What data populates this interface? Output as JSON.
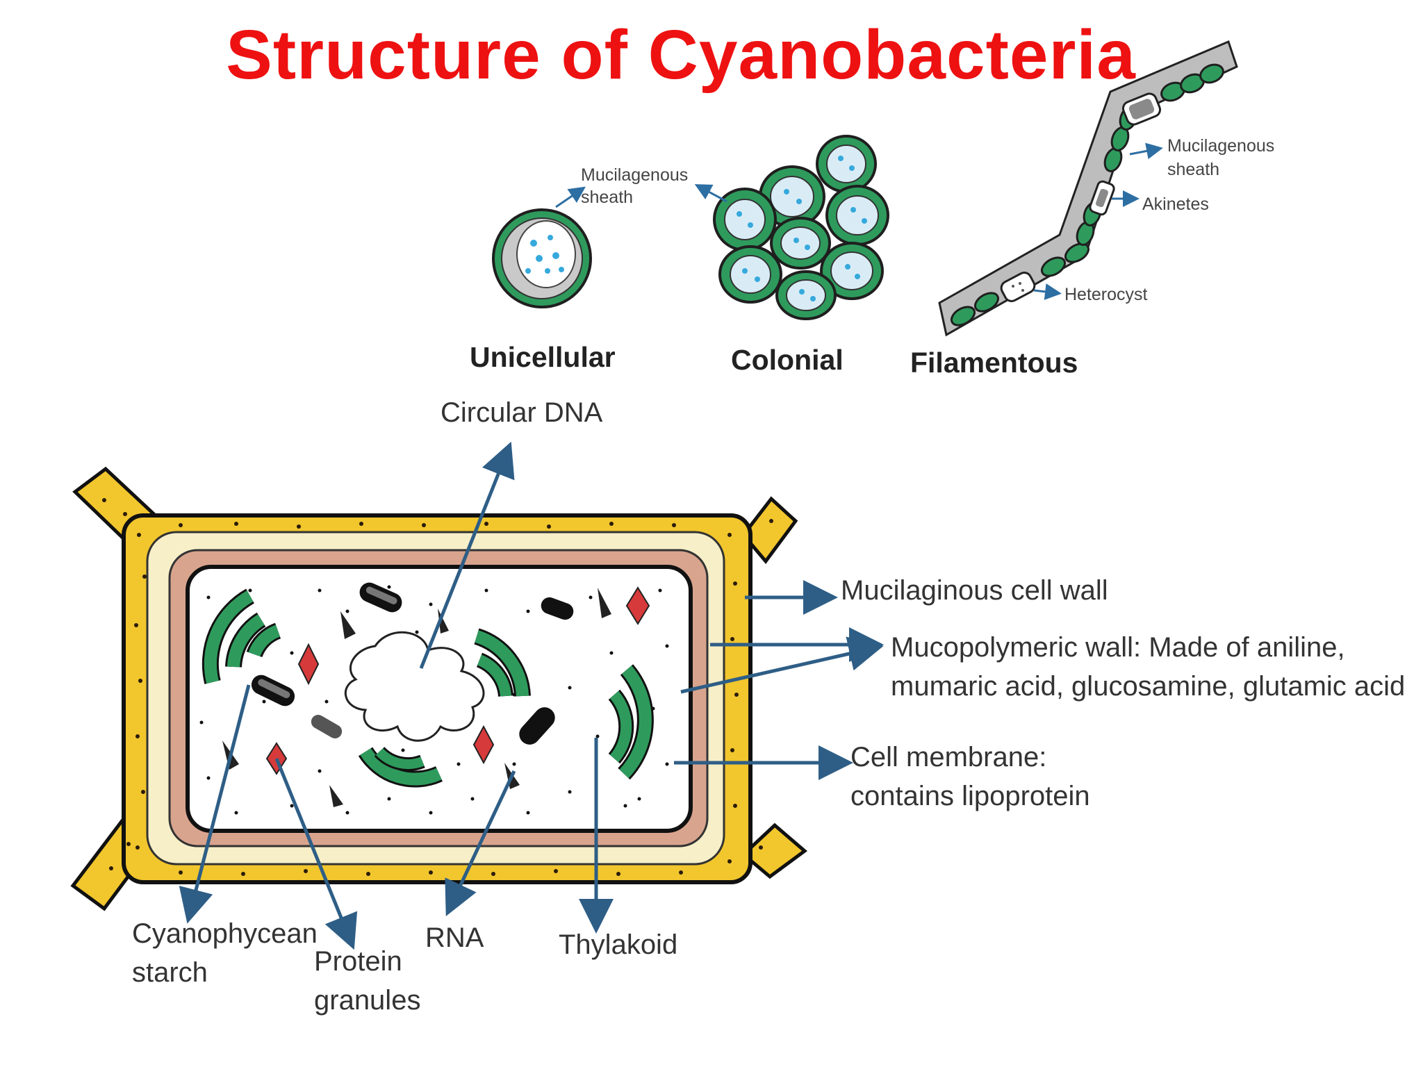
{
  "title": "Structure of Cyanobacteria",
  "colors": {
    "title": "#ee1111",
    "arrow": "#2e5e86",
    "outer_wall": "#f2c62d",
    "inner_wall": "#f7efc8",
    "membrane": "#d9a48e",
    "thylakoid": "#2e9b5d",
    "small_cell_fill": "#7cc6ea",
    "protein_granule": "#d63a3a"
  },
  "forms": {
    "unicellular": {
      "label": "Unicellular",
      "sheath_label": [
        "Mucilagenous",
        "sheath"
      ]
    },
    "colonial": {
      "label": "Colonial"
    },
    "filamentous": {
      "label": "Filamentous",
      "sheath_label": [
        "Mucilagenous",
        "sheath"
      ],
      "akinetes_label": "Akinetes",
      "heterocyst_label": "Heterocyst"
    }
  },
  "cell": {
    "circular_dna": "Circular DNA",
    "mucilaginous_wall": "Mucilaginous cell wall",
    "mucopolymeric_wall": "Mucopolymeric wall: Made of aniline, mumaric acid, glucosamine, glutamic acid",
    "cell_membrane": [
      "Cell membrane:",
      "contains lipoprotein"
    ],
    "cyanophycean_starch": [
      "Cyanophycean",
      "starch"
    ],
    "protein_granules": [
      "Protein",
      "granules"
    ],
    "rna": "RNA",
    "thylakoid": "Thylakoid"
  }
}
